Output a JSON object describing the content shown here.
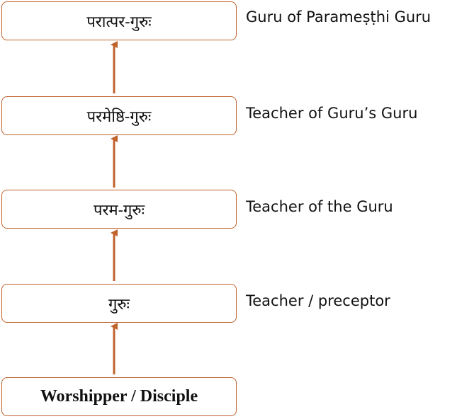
{
  "hierarchy": [
    {
      "label": "परात्पर-गुरुः",
      "meaning": "Guru of Parameṣṭhi Guru"
    },
    {
      "label": "परमेष्ठि-गुरुः",
      "meaning": "Teacher of Guru’s Guru"
    },
    {
      "label": "परम-गुरुः",
      "meaning": "Teacher of the Guru"
    },
    {
      "label": "गुरुः",
      "meaning": "Teacher / preceptor"
    },
    {
      "label": "Worshipper / Disciple",
      "meaning": ""
    }
  ],
  "colors": {
    "border": "#c0622b",
    "arrow": "#c0622b",
    "text": "#111111"
  }
}
